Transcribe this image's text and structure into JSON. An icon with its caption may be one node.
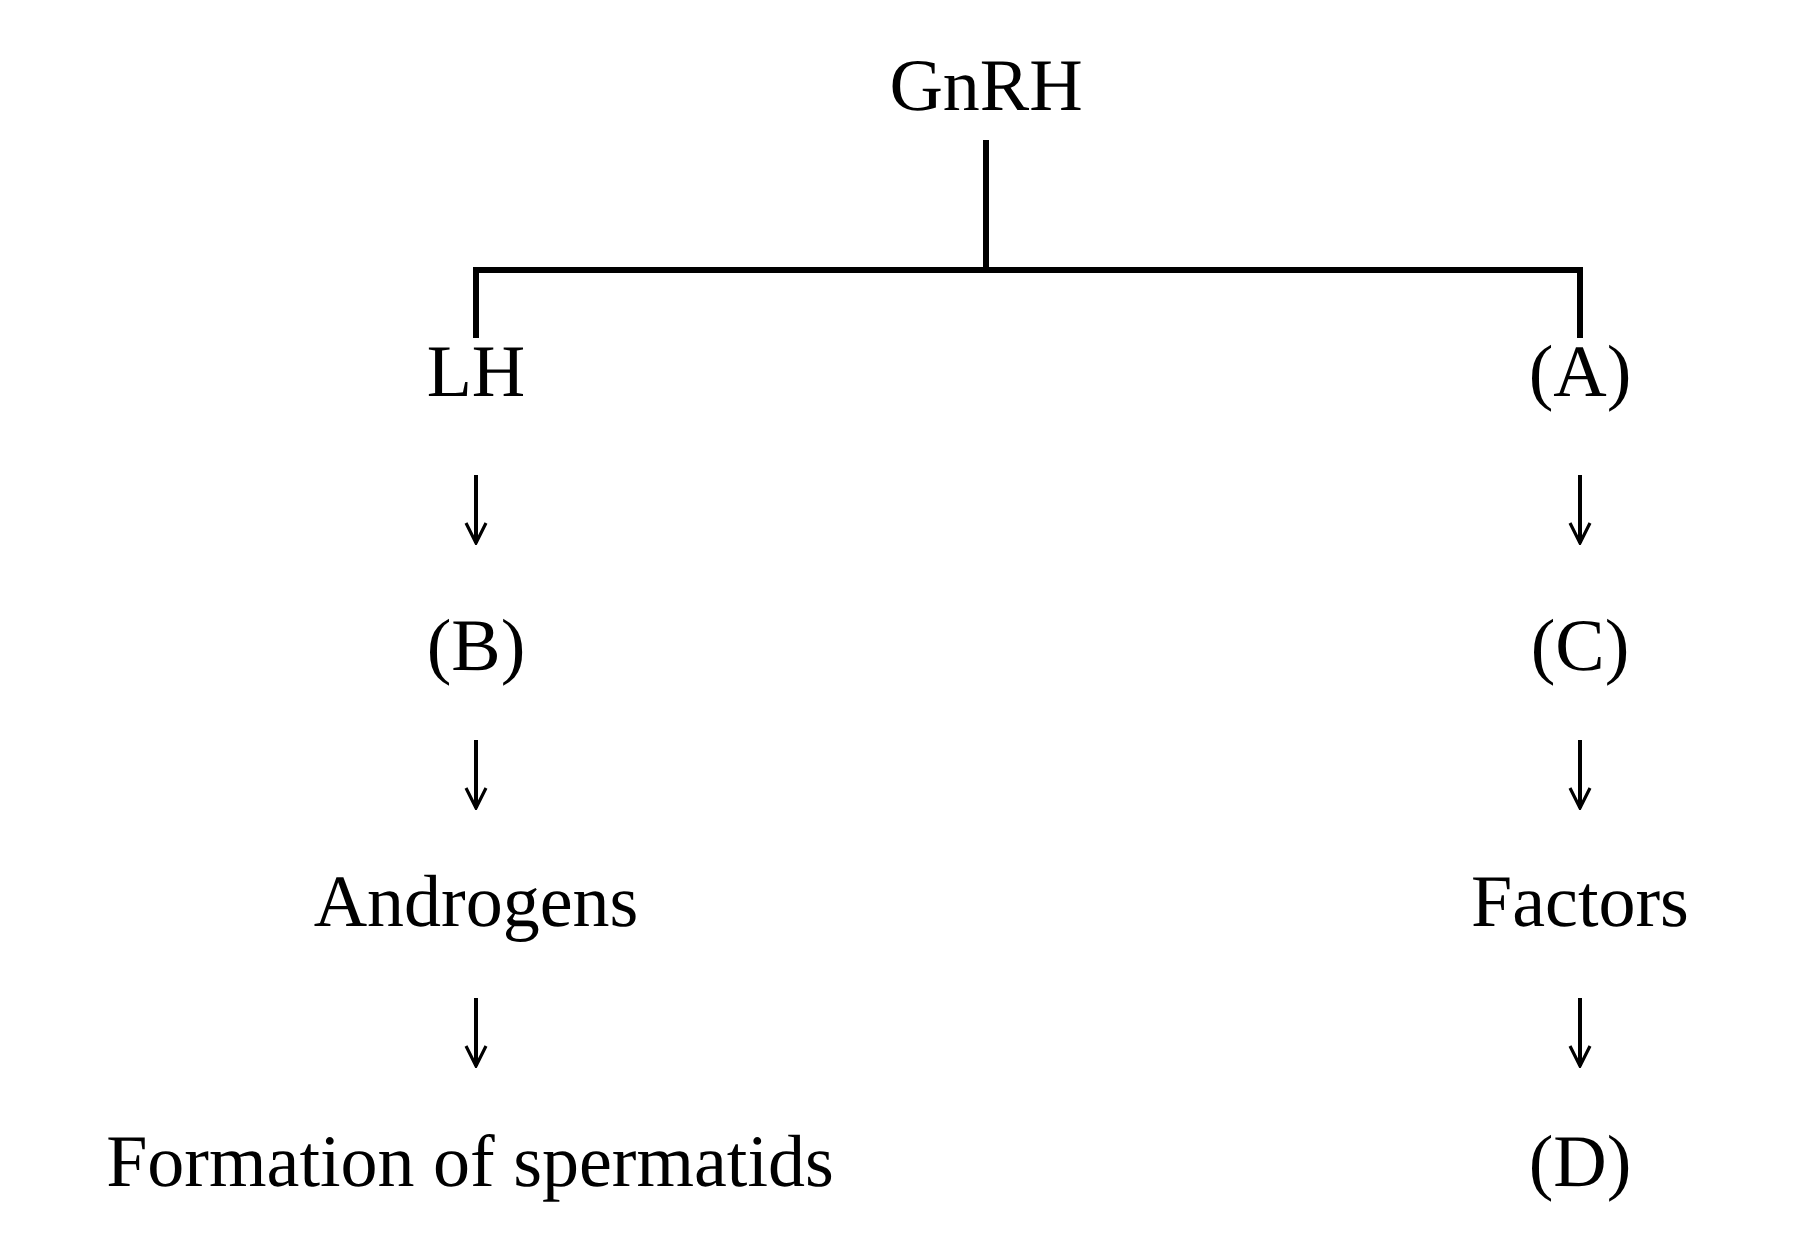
{
  "diagram": {
    "nodes": [
      {
        "text": [
          "GnRH"
        ]
      },
      {
        "text": [
          "LH"
        ]
      },
      {
        "text": [
          "(A)"
        ]
      },
      {
        "text": [
          "(B)"
        ]
      },
      {
        "text": [
          "(C)"
        ]
      },
      {
        "text": [
          "Androgens"
        ]
      },
      {
        "text": [
          "Factors"
        ]
      },
      {
        "text": [
          "Formation of spermatids"
        ]
      },
      {
        "text": [
          "(D)"
        ]
      }
    ],
    "edges": [
      {
        "from": 0,
        "to": 1,
        "arrow": "none"
      },
      {
        "from": 0,
        "to": 2,
        "arrow": "none"
      },
      {
        "from": 1,
        "to": 3,
        "arrow": "to"
      },
      {
        "from": 2,
        "to": 4,
        "arrow": "to"
      },
      {
        "from": 3,
        "to": 5,
        "arrow": "to"
      },
      {
        "from": 4,
        "to": 6,
        "arrow": "to"
      },
      {
        "from": 5,
        "to": 7,
        "arrow": "to"
      },
      {
        "from": 6,
        "to": 8,
        "arrow": "to"
      }
    ]
  }
}
